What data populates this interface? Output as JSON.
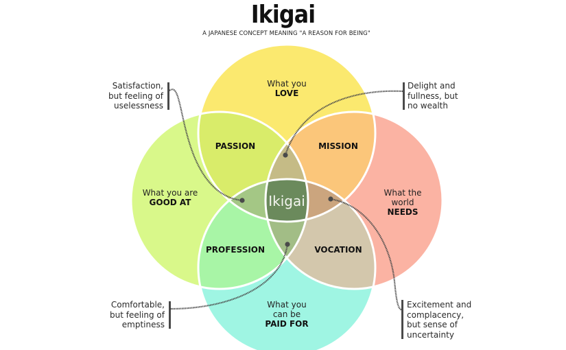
{
  "header": {
    "title": "Ikigai",
    "subtitle": "A JAPANESE CONCEPT MEANING \"A REASON FOR BEING\""
  },
  "circles": {
    "love": {
      "line1": "What you",
      "line2": "LOVE",
      "color": "#fbe96f"
    },
    "good_at": {
      "line1": "What you are",
      "line2": "GOOD AT",
      "color": "#d9f88a"
    },
    "needs": {
      "line1": "What the",
      "line2": "world",
      "line3": "NEEDS",
      "color": "#fbb3a3"
    },
    "paid_for": {
      "line1": "What you",
      "line2": "can be",
      "line3": "PAID FOR",
      "color": "#9ff5e3"
    }
  },
  "overlaps": {
    "passion": {
      "label": "PASSION",
      "color": "#d9ec6a"
    },
    "mission": {
      "label": "MISSION",
      "color": "#fbc67a"
    },
    "profession": {
      "label": "PROFESSION",
      "color": "#a8f5a6"
    },
    "vocation": {
      "label": "VOCATION",
      "color": "#d3c7ac"
    }
  },
  "lenses": {
    "top": "#c5bb86",
    "left": "#a4c785",
    "right": "#cba57e",
    "bottom": "#a2bd86"
  },
  "center": {
    "label": "Ikigai",
    "color": "#6b8a5c"
  },
  "annotations": {
    "top_left": [
      "Satisfaction,",
      "but feeling of",
      "uselessness"
    ],
    "top_right": [
      "Delight and",
      "fullness, but",
      "no wealth"
    ],
    "bottom_left": [
      "Comfortable,",
      "but feeling of",
      "emptiness"
    ],
    "bottom_right": [
      "Excitement and",
      "complacency,",
      "but sense of",
      "uncertainty"
    ]
  },
  "leader_color": "#4a4a4a"
}
